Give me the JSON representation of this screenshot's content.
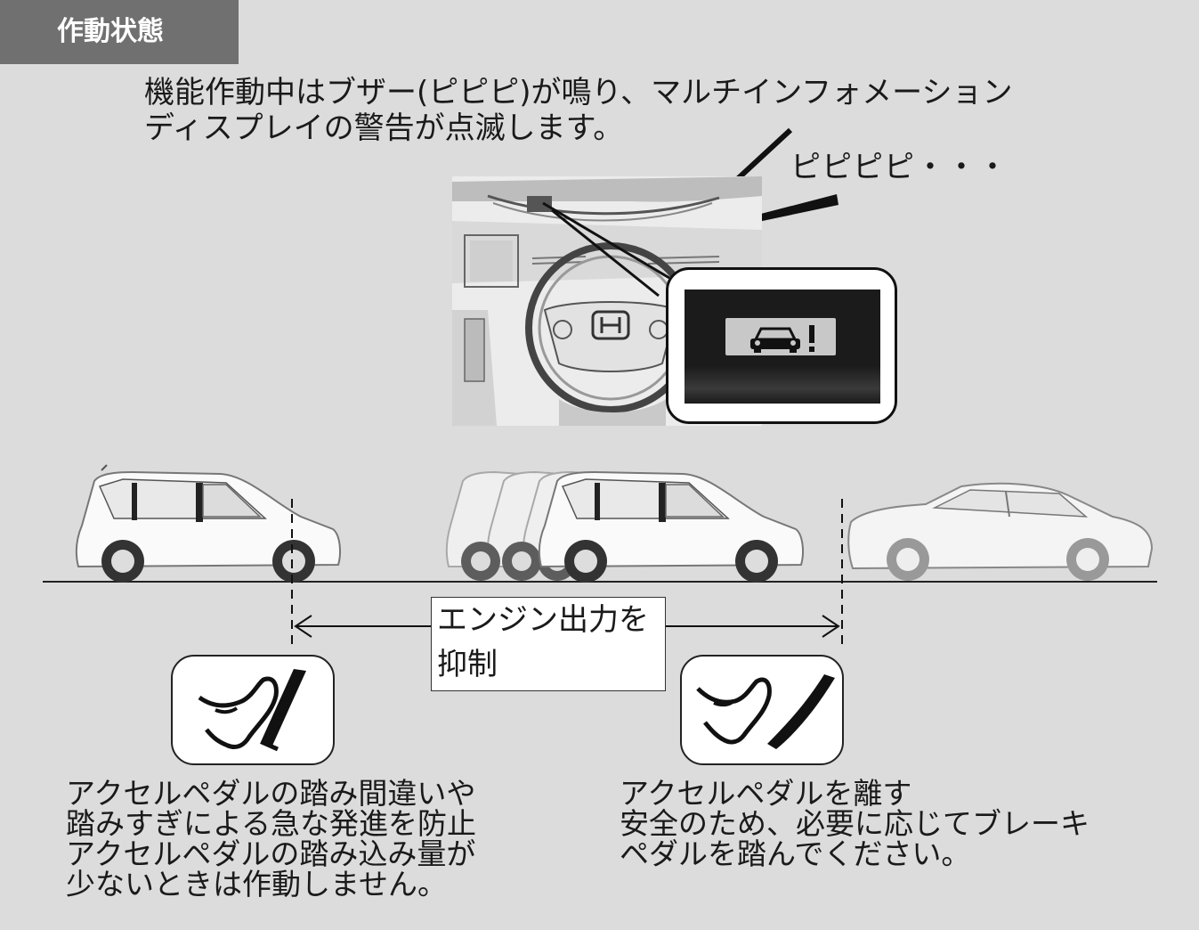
{
  "header": {
    "title": "作動状態"
  },
  "intro": {
    "line1": "機能作動中はブザー(ピピピ)が鳴り、マルチインフォメーション",
    "line2": "ディスプレイの警告が点滅します。"
  },
  "beep_text": "ピピピピ・・・",
  "middle_label": {
    "line1": "エンジン出力を",
    "line2": "抑制"
  },
  "left_caption": {
    "lines": [
      "アクセルペダルの踏み間違いや",
      "踏みすぎによる急な発進を防止",
      "アクセルペダルの踏み込み量が",
      "少ないときは作動しません。"
    ]
  },
  "right_caption": {
    "lines": [
      "アクセルペダルを離す",
      "安全のため、必要に応じてブレーキ",
      "ペダルを踏んでください。"
    ]
  },
  "icons": {
    "car": "minivan-icon",
    "sedan": "sedan-icon",
    "warning": "car-warning-icon",
    "pedal_press": "foot-press-pedal-icon",
    "pedal_release": "foot-release-pedal-icon"
  },
  "colors": {
    "background": "#dcdcdc",
    "header": "#707070",
    "display": "#1b1b1b",
    "warning_panel": "#c8c8c8"
  }
}
